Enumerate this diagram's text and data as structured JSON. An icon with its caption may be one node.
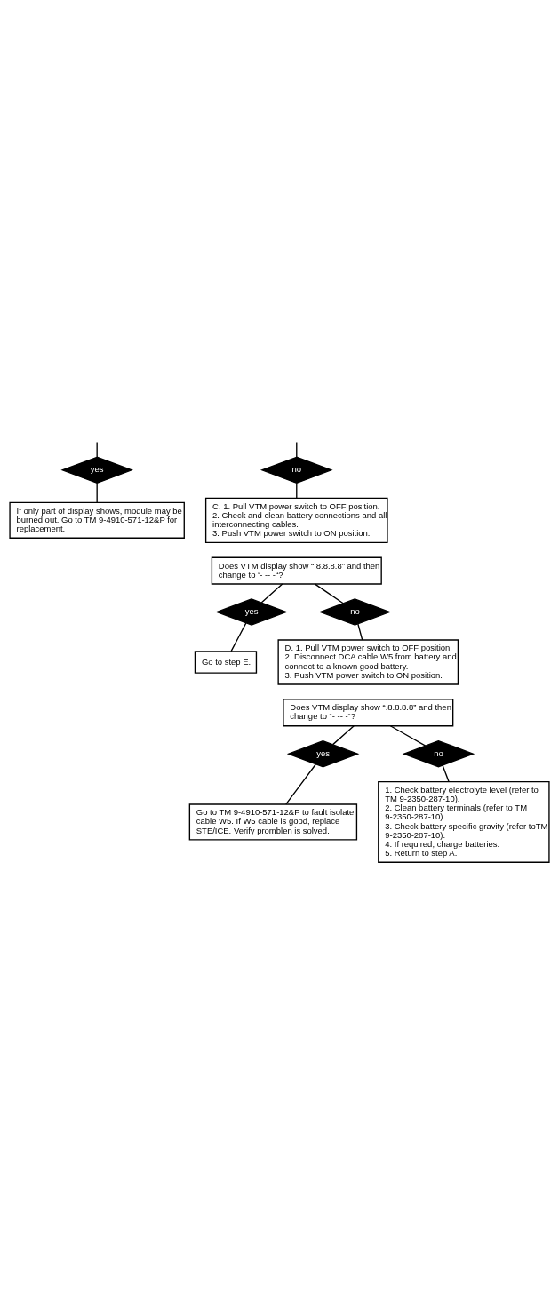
{
  "diagram": {
    "nodes": [
      {
        "text": [
          "yes"
        ]
      },
      {
        "text": [
          "no"
        ]
      },
      {
        "text": [
          "If only part of display shows, module may be burned out. Go to TM 9-4910-571-12&P for replacement."
        ]
      },
      {
        "text": [
          "C. 1. Pull VTM power switch to OFF position.",
          "2. Check and clean battery connections and all interconnecting cables.",
          "3. Push VTM power switch to ON position."
        ]
      },
      {
        "text": [
          "Does VTM display show “.8.8.8.8” and then change to ‘- -- -“?"
        ]
      },
      {
        "text": [
          "yes"
        ]
      },
      {
        "text": [
          "no"
        ]
      },
      {
        "text": [
          "Go to step E."
        ]
      },
      {
        "text": [
          "D. 1. Pull VTM power switch to OFF position.",
          "2. Disconnect DCA cable W5 from battery and connect to a known good battery.",
          "3. Push VTM power switch to ON position."
        ]
      },
      {
        "text": [
          "Does VTM display show “.8.8.8.8” and then change to “- -- -“?"
        ]
      },
      {
        "text": [
          "yes"
        ]
      },
      {
        "text": [
          "no"
        ]
      },
      {
        "text": [
          "Go to TM 9-4910-571-12&P to fault isolate cable W5. If W5 cable is good, replace STE/ICE. Verify promblen is solved."
        ]
      },
      {
        "text": [
          "1. Check battery electrolyte level (refer to TM 9-2350-287-10).",
          "2. Clean battery terminals (refer to TM 9-2350-287-10).",
          "3. Check battery specific gravity (refer toTM 9-2350-287-10).",
          "4. If required, charge batteries.",
          "5. Return to step A."
        ]
      }
    ],
    "edges": [
      {
        "from": null,
        "to": 0,
        "arrow": "none"
      },
      {
        "from": null,
        "to": 1,
        "arrow": "none"
      },
      {
        "from": 0,
        "to": 2,
        "arrow": "none"
      },
      {
        "from": 1,
        "to": 3,
        "arrow": "none"
      },
      {
        "from": 4,
        "to": 5,
        "arrow": "none"
      },
      {
        "from": 4,
        "to": 6,
        "arrow": "none"
      },
      {
        "from": 5,
        "to": 7,
        "arrow": "none"
      },
      {
        "from": 6,
        "to": 8,
        "arrow": "none"
      },
      {
        "from": 9,
        "to": 10,
        "arrow": "none"
      },
      {
        "from": 9,
        "to": 11,
        "arrow": "none"
      },
      {
        "from": 10,
        "to": 12,
        "arrow": "none"
      },
      {
        "from": 11,
        "to": 13,
        "arrow": "none"
      }
    ]
  }
}
